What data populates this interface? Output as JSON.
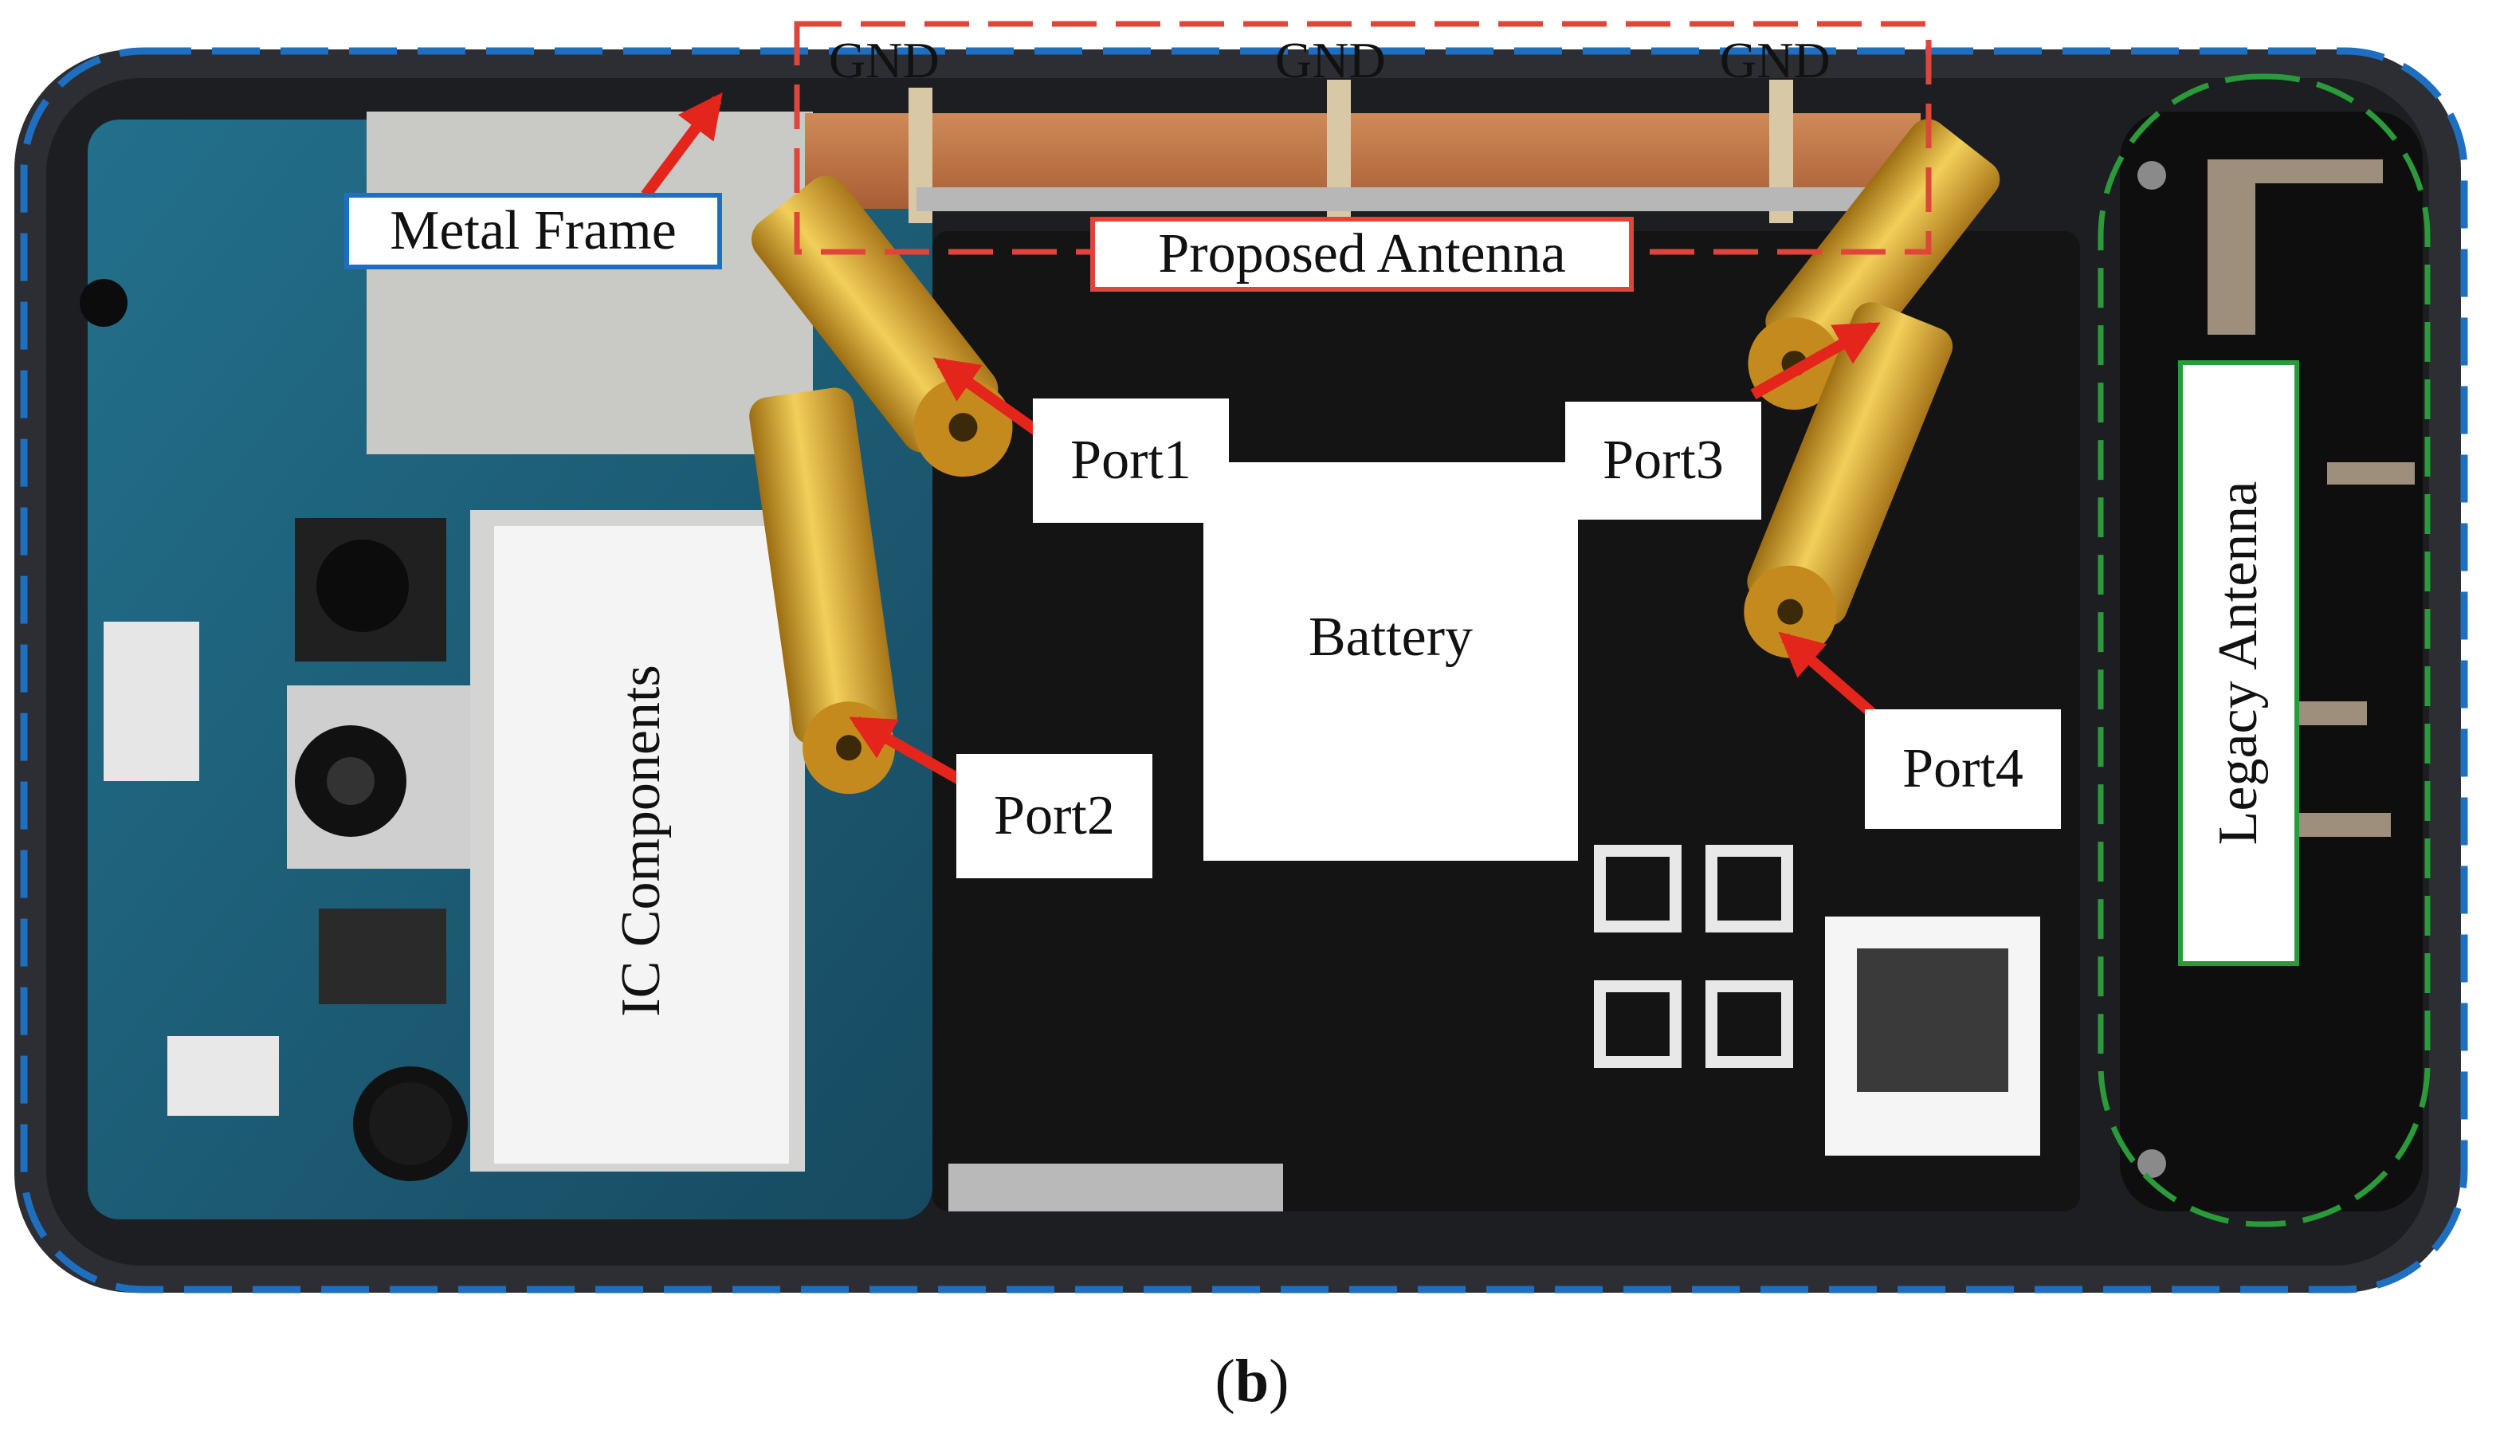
{
  "labels": {
    "gnd_1": "GND",
    "gnd_2": "GND",
    "gnd_3": "GND",
    "metal_frame": "Metal Frame",
    "proposed_antenna": "Proposed Antenna",
    "port1": "Port1",
    "port2": "Port2",
    "port3": "Port3",
    "port4": "Port4",
    "battery": "Battery",
    "ic_components": "IC Components",
    "legacy_antenna": "Legacy Antenna"
  },
  "caption": {
    "open": "(",
    "letter": "b",
    "close": ")"
  },
  "colors": {
    "metal_frame_outline": "#1f6fc0",
    "proposed_antenna_outline": "#e0453a",
    "legacy_antenna_outline": "#2a9a3a",
    "arrow": "#e3251c",
    "board": "#1f5d78",
    "battery": "#141414",
    "connector_gold": "#d9a52a",
    "copper_strip": "#c9774a"
  },
  "icons": [
    "arrow-icon",
    "connector-icon",
    "camera-icon",
    "screw-icon"
  ]
}
